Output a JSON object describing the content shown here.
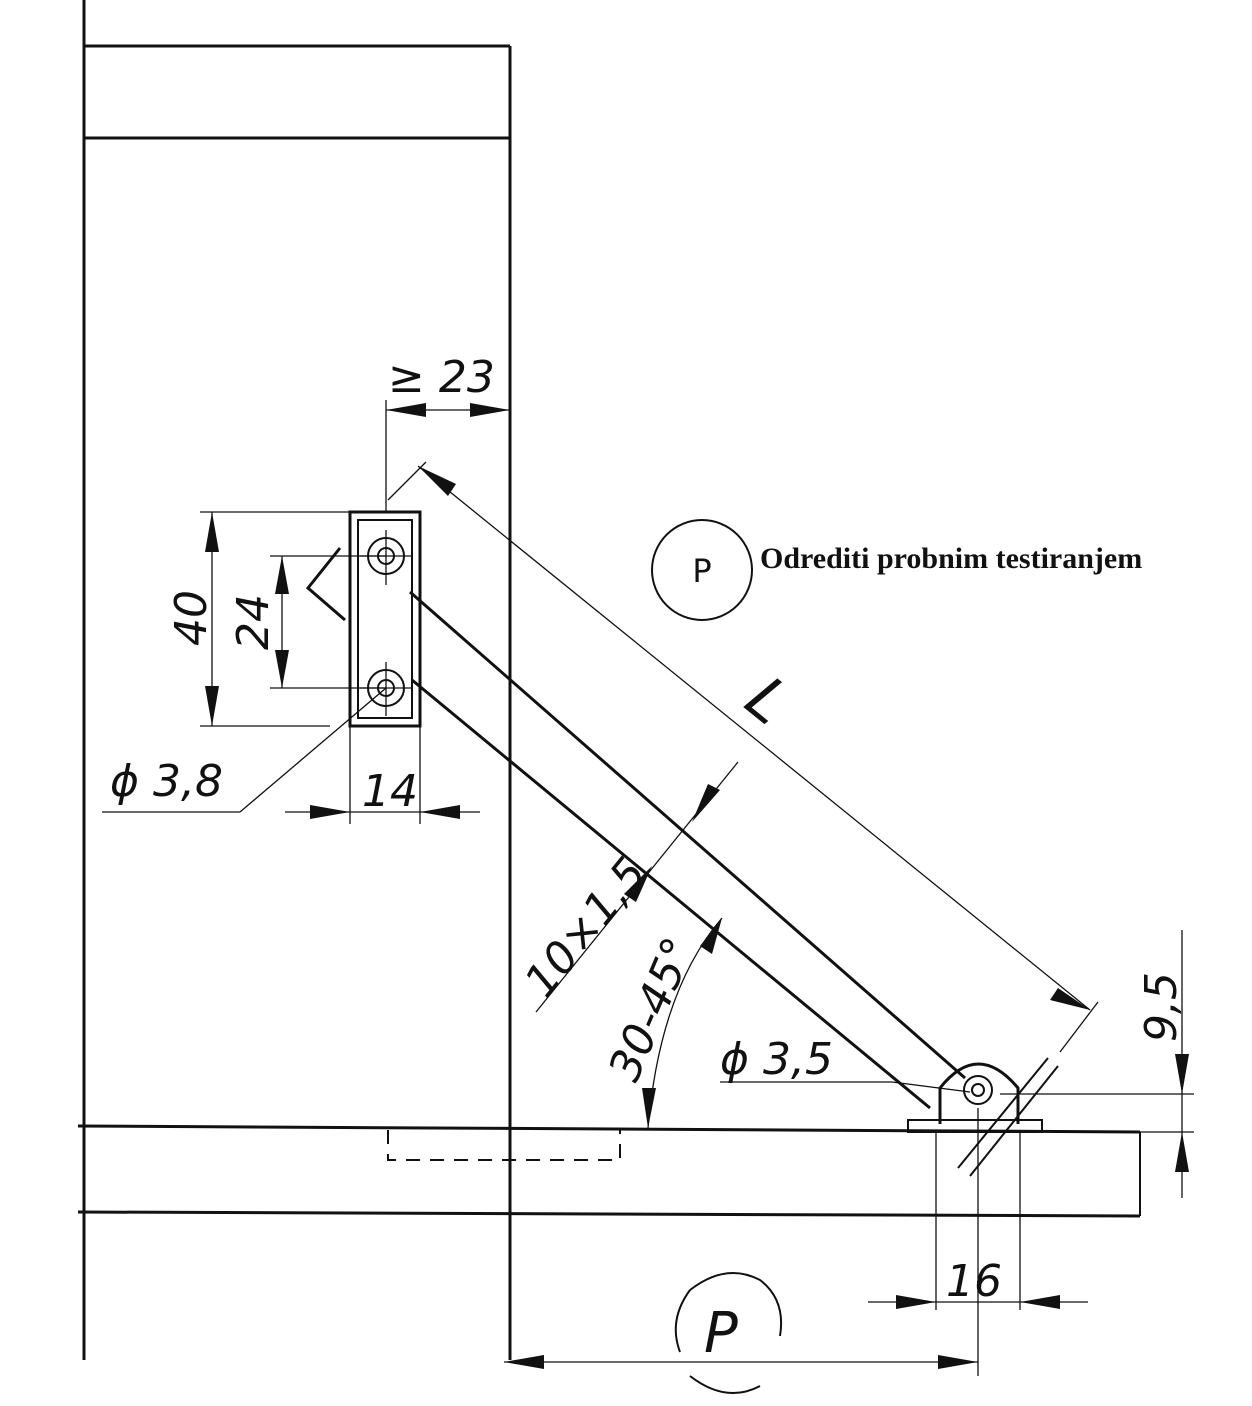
{
  "legend": {
    "symbol": "P",
    "text": "Odrediti probnim testiranjem"
  },
  "dimensions": {
    "min_offset": "≥ 23",
    "bracket_height": "40",
    "hole_spacing": "24",
    "hole_diameter_top": "ϕ 3,8",
    "bracket_width": "14",
    "length": "L",
    "bar_section": "10×1,5",
    "angle": "30-45°",
    "hole_diameter_bottom": "ϕ 3,5",
    "pivot_height": "9,5",
    "base_width": "16",
    "position_symbol": "P"
  }
}
